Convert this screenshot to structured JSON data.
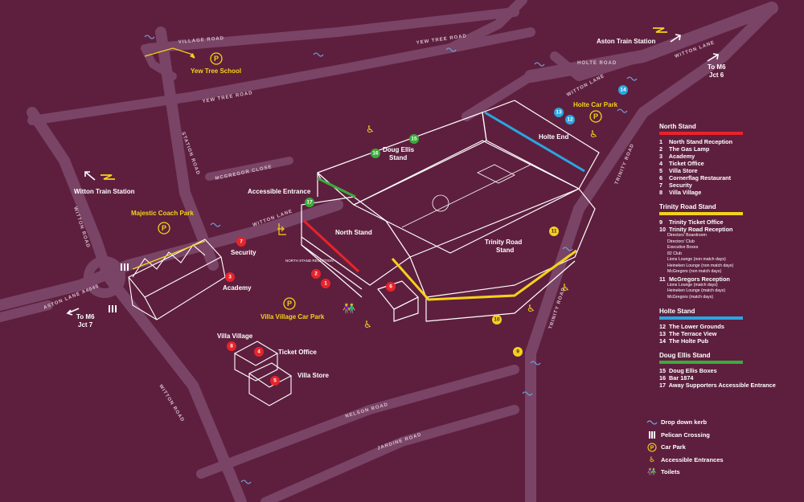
{
  "roads": {
    "village_road": "VILLAGE ROAD",
    "yew_tree_road_top": "YEW TREE ROAD",
    "yew_tree_road_left": "YEW TREE ROAD",
    "holte_road": "HOLTE ROAD",
    "witton_lane_top": "WITTON LANE",
    "witton_lane_mid": "WITTON LANE",
    "witton_lane_right": "WITTON LANE",
    "station_road": "STATION ROAD",
    "mcgregor_close": "MCGREGOR CLOSE",
    "witton_road_left": "WITTON ROAD",
    "witton_road_bottom": "WITTON ROAD",
    "aston_lane": "ASTON LANE A4040",
    "trinity_road_top": "TRINITY ROAD",
    "trinity_road_mid": "TRINITY ROAD",
    "nelson_road": "NELSON ROAD",
    "jardine_road": "JARDINE ROAD"
  },
  "places": {
    "aston_station": "Aston Train Station",
    "witton_station": "Witton Train Station",
    "to_m6_jct6_a": "To M6",
    "to_m6_jct6_b": "Jct 6",
    "to_m6_jct7_a": "To M6",
    "to_m6_jct7_b": "Jct 7",
    "yew_tree_school": "Yew Tree School",
    "holte_car_park": "Holte Car Park",
    "majestic_coach_park": "Majestic Coach Park",
    "villa_village_car_park": "Villa Village Car Park",
    "accessible_entrance": "Accessible Entrance",
    "north_stand_reception": "NORTH STAND RECEPTION",
    "security": "Security",
    "academy": "Academy",
    "villa_village": "Villa Village",
    "ticket_office": "Ticket Office",
    "villa_store": "Villa Store"
  },
  "stands": {
    "north": "North Stand",
    "doug_ellis_a": "Doug Ellis",
    "doug_ellis_b": "Stand",
    "holte": "Holte End",
    "trinity_a": "Trinity Road",
    "trinity_b": "Stand"
  },
  "markers": {
    "m1": "1",
    "m2": "2",
    "m3": "3",
    "m4": "4",
    "m5": "5",
    "m6": "6",
    "m7": "7",
    "m8": "8",
    "m9": "9",
    "m10": "10",
    "m11": "11",
    "m12": "12",
    "m13": "13",
    "m14": "14",
    "m15": "15",
    "m16": "16",
    "m17": "17"
  },
  "colors": {
    "background": "#5e1f3e",
    "north_stand": "#e8232a",
    "trinity_road_stand": "#f4d21a",
    "holte_stand": "#2aa6e0",
    "doug_ellis_stand": "#3bab3a"
  },
  "legend": {
    "north": {
      "title": "North Stand",
      "items": [
        {
          "n": "1",
          "label": "North Stand Reception"
        },
        {
          "n": "2",
          "label": "The Gas Lamp"
        },
        {
          "n": "3",
          "label": "Academy"
        },
        {
          "n": "4",
          "label": "Ticket Office"
        },
        {
          "n": "5",
          "label": "Villa Store"
        },
        {
          "n": "6",
          "label": "Cornerflag Restaurant"
        },
        {
          "n": "7",
          "label": "Security"
        },
        {
          "n": "8",
          "label": "Villa Village"
        }
      ]
    },
    "trinity": {
      "title": "Trinity Road Stand",
      "item9": {
        "n": "9",
        "label": "Trinity Ticket Office"
      },
      "item10": {
        "n": "10",
        "label": "Trinity Road Reception"
      },
      "subs10": [
        "Directors' Boardroom",
        "Directors' Club",
        "Executive Boxes",
        "82 Club",
        "Lions Lounge (non match days)",
        "Heineken Lounge (non match days)",
        "McGregors (non match days)"
      ],
      "item11": {
        "n": "11",
        "label": "McGregors Reception"
      },
      "subs11": [
        "Lions Lounge (match days)",
        "Heineken Lounge (match days)",
        "McGregors (match days)"
      ]
    },
    "holte": {
      "title": "Holte Stand",
      "items": [
        {
          "n": "12",
          "label": "The Lower Grounds"
        },
        {
          "n": "13",
          "label": "The Terrace View"
        },
        {
          "n": "14",
          "label": "The Holte Pub"
        }
      ]
    },
    "doug_ellis": {
      "title": "Doug Ellis Stand",
      "items": [
        {
          "n": "15",
          "label": "Doug Ellis Boxes"
        },
        {
          "n": "16",
          "label": "Bar 1874"
        },
        {
          "n": "17",
          "label": "Away Supporters Accessible Entrance"
        }
      ]
    }
  },
  "key": {
    "kerb": {
      "icon": "drop-down-kerb-icon",
      "label": "Drop down kerb"
    },
    "pelican": {
      "icon": "pelican-crossing-icon",
      "label": "Pelican Crossing"
    },
    "car_park": {
      "icon": "car-park-icon",
      "glyph": "P",
      "label": "Car Park"
    },
    "accessible": {
      "icon": "accessible-entrance-icon",
      "glyph": "♿",
      "label": "Accessible Entrances"
    },
    "toilets": {
      "icon": "toilets-icon",
      "glyph": "👫",
      "label": "Toilets"
    }
  }
}
